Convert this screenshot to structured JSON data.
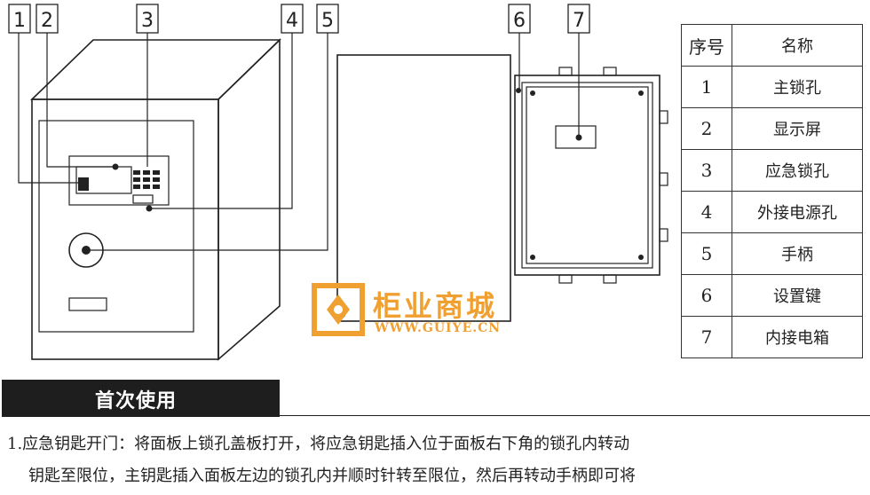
{
  "callouts": [
    "1",
    "2",
    "3",
    "4",
    "5",
    "6",
    "7"
  ],
  "legend": {
    "headers": [
      "序号",
      "名称"
    ],
    "rows": [
      {
        "num": "1",
        "name": "主锁孔"
      },
      {
        "num": "2",
        "name": "显示屏"
      },
      {
        "num": "3",
        "name": "应急锁孔"
      },
      {
        "num": "4",
        "name": "外接电源孔"
      },
      {
        "num": "5",
        "name": "手柄"
      },
      {
        "num": "6",
        "name": "设置键"
      },
      {
        "num": "7",
        "name": "内接电箱"
      }
    ]
  },
  "watermark": {
    "title": "柜业商城",
    "url": "WWW.GUIYE.CN"
  },
  "section": {
    "title": "首次使用"
  },
  "instructions": {
    "line1": "1.应急钥匙开门：将面板上锁孔盖板打开，将应急钥匙插入位于面板右下角的锁孔内转动",
    "line2": "钥匙至限位，主钥匙插入面板左边的锁孔内并顺时针转至限位，然后再转动手柄即可将"
  }
}
